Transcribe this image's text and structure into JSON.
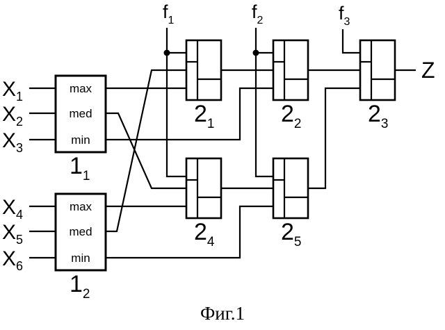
{
  "inputs": [
    {
      "main": "X",
      "sub": "1"
    },
    {
      "main": "X",
      "sub": "2"
    },
    {
      "main": "X",
      "sub": "3"
    },
    {
      "main": "X",
      "sub": "4"
    },
    {
      "main": "X",
      "sub": "5"
    },
    {
      "main": "X",
      "sub": "6"
    }
  ],
  "sorters": [
    {
      "main": "1",
      "sub": "1",
      "ports": [
        "max",
        "med",
        "min"
      ]
    },
    {
      "main": "1",
      "sub": "2",
      "ports": [
        "max",
        "med",
        "min"
      ]
    }
  ],
  "elements": [
    {
      "main": "2",
      "sub": "1"
    },
    {
      "main": "2",
      "sub": "2"
    },
    {
      "main": "2",
      "sub": "3"
    },
    {
      "main": "2",
      "sub": "4"
    },
    {
      "main": "2",
      "sub": "5"
    }
  ],
  "controls": [
    {
      "main": "f",
      "sub": "1"
    },
    {
      "main": "f",
      "sub": "2"
    },
    {
      "main": "f",
      "sub": "3"
    }
  ],
  "output": "Z",
  "caption": "Фиг.1"
}
